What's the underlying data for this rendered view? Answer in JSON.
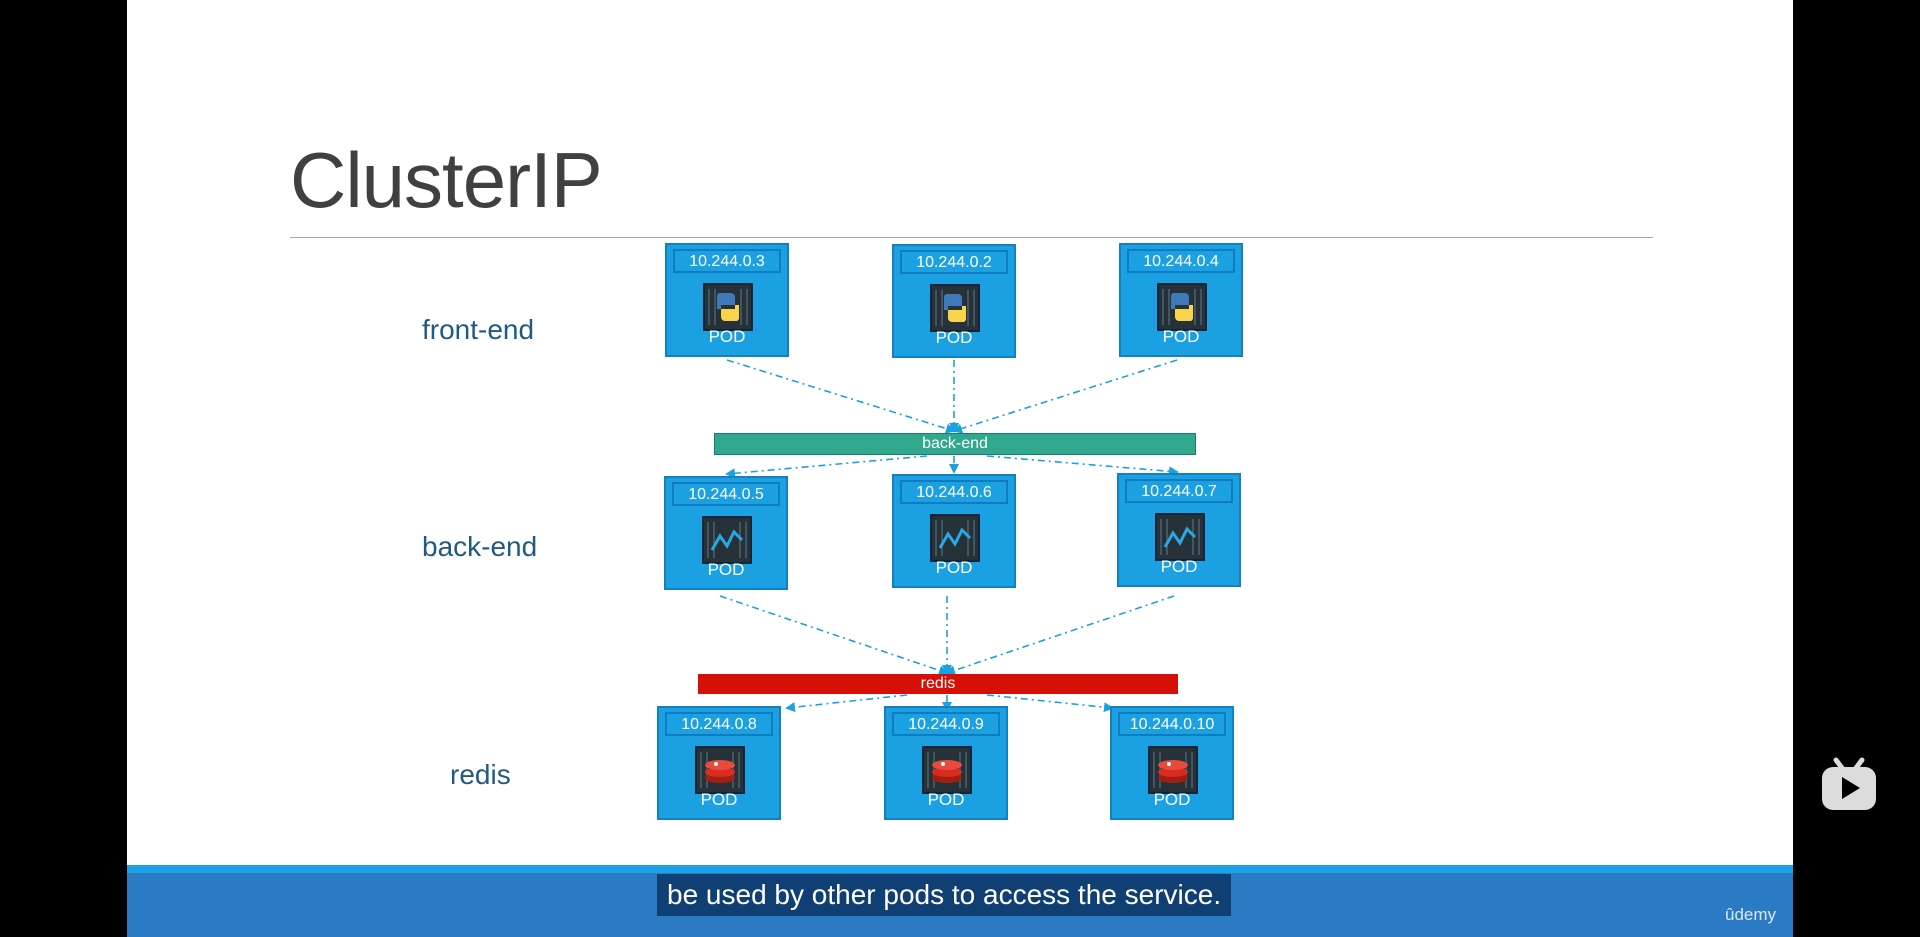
{
  "slide": {
    "title": "ClusterIP",
    "tiers": [
      {
        "label": "front-end",
        "icon": "python-icon",
        "pods": [
          {
            "ip": "10.244.0.3",
            "label": "POD"
          },
          {
            "ip": "10.244.0.2",
            "label": "POD"
          },
          {
            "ip": "10.244.0.4",
            "label": "POD"
          }
        ]
      },
      {
        "label": "back-end",
        "icon": "monitor-chart-icon",
        "pods": [
          {
            "ip": "10.244.0.5",
            "label": "POD"
          },
          {
            "ip": "10.244.0.6",
            "label": "POD"
          },
          {
            "ip": "10.244.0.7",
            "label": "POD"
          }
        ]
      },
      {
        "label": "redis",
        "icon": "redis-icon",
        "pods": [
          {
            "ip": "10.244.0.8",
            "label": "POD"
          },
          {
            "ip": "10.244.0.9",
            "label": "POD"
          },
          {
            "ip": "10.244.0.10",
            "label": "POD"
          }
        ]
      }
    ],
    "services": [
      {
        "name": "back-end",
        "color": "#31a88e"
      },
      {
        "name": "redis",
        "color": "#d51007"
      }
    ],
    "colors": {
      "pod_fill": "#1ba1e2",
      "pod_border": "#1380c0",
      "arrow": "#1ba1e2"
    }
  },
  "player": {
    "subtitle": "be used by other pods to access the service.",
    "watermark": "ûdemy",
    "app_icon": "bilibili-tv-icon"
  }
}
